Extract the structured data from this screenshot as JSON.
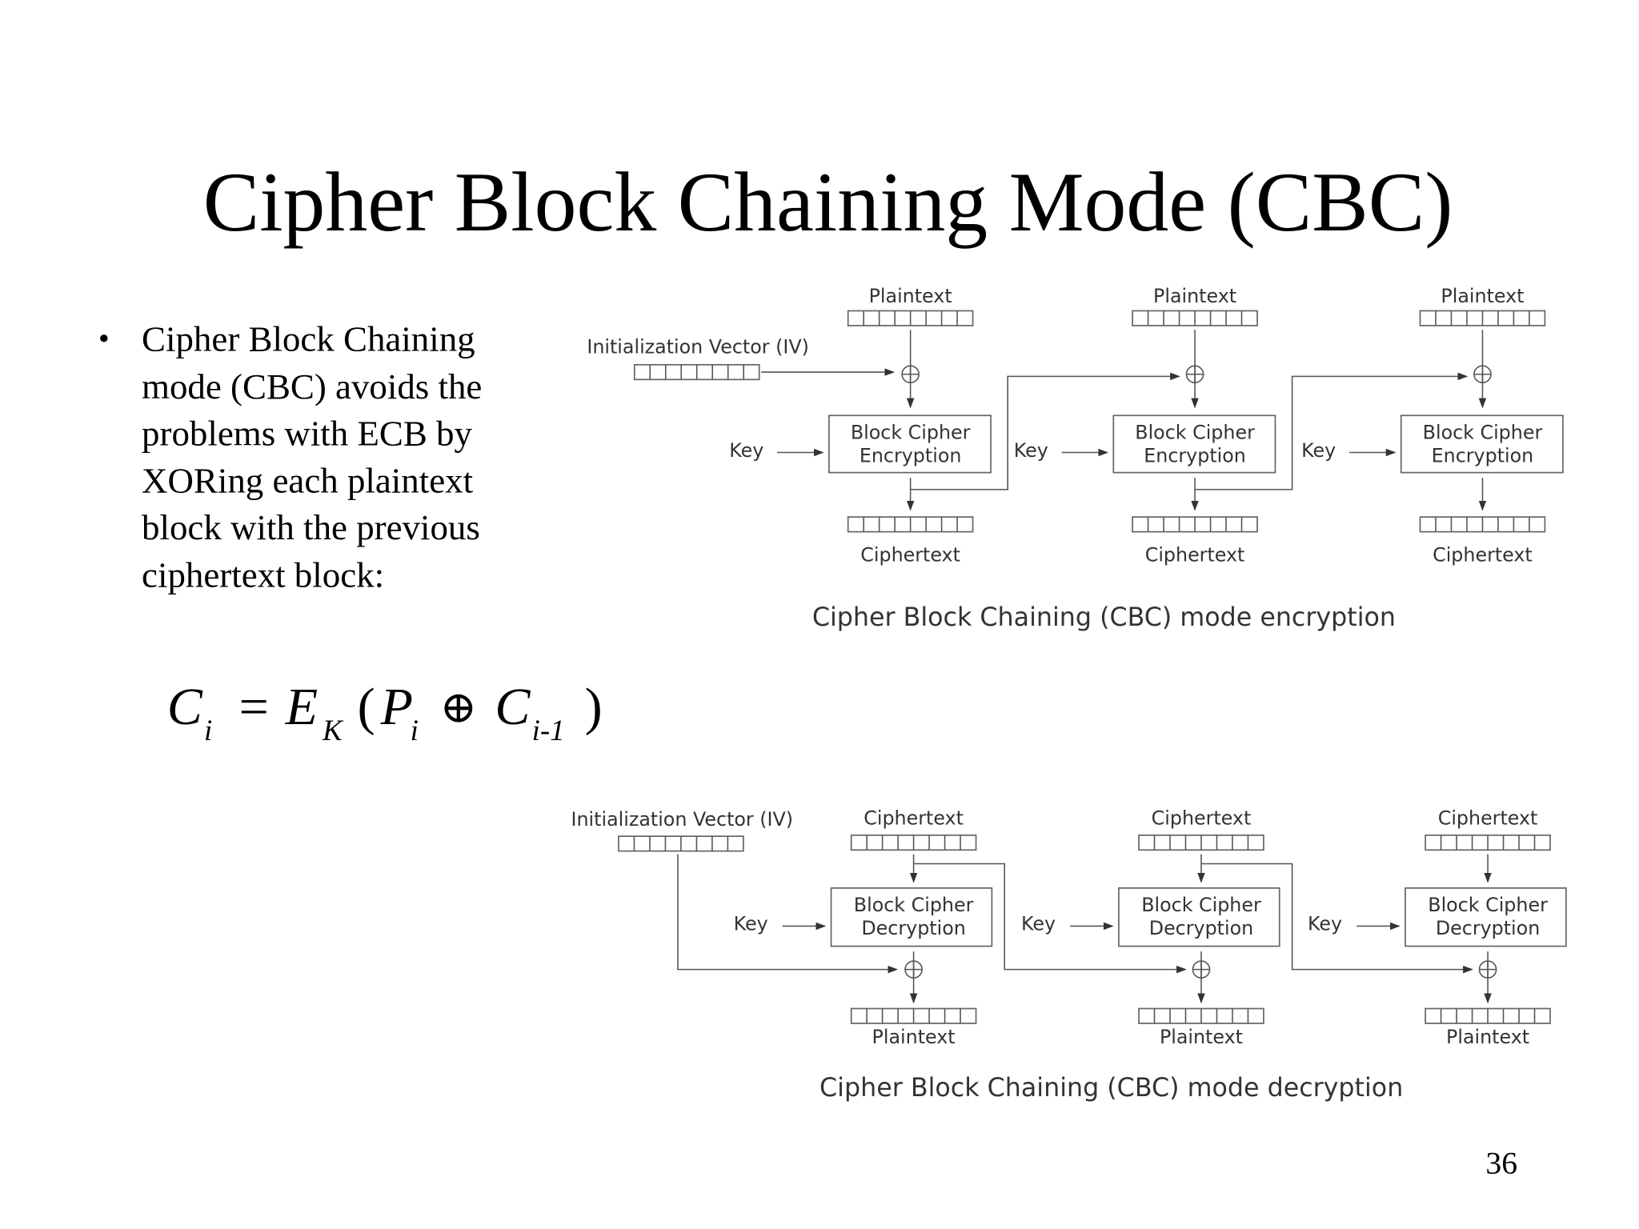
{
  "slide": {
    "title": "Cipher Block Chaining Mode (CBC)",
    "bullet_symbol": "•",
    "bullet_lines": [
      "Cipher Block Chaining",
      "mode (CBC) avoids the",
      "problems with ECB by",
      "XORing each plaintext",
      "block with the previous",
      "ciphertext block:"
    ],
    "formula": {
      "c": "C",
      "c_sub": "i",
      "eq": "=",
      "e": "E",
      "e_sub": "K",
      "lp": "(",
      "p": "P",
      "p_sub": "i",
      "xor": "⊕",
      "c2": "C",
      "c2_sub": "i-1",
      "rp": ")"
    },
    "page_number": "36"
  },
  "encryption": {
    "iv_label": "Initialization Vector (IV)",
    "input_label": "Plaintext",
    "output_label": "Ciphertext",
    "key_label": "Key",
    "block_line1": "Block Cipher",
    "block_line2": "Encryption",
    "caption": "Cipher Block Chaining (CBC) mode encryption"
  },
  "decryption": {
    "iv_label": "Initialization Vector (IV)",
    "input_label": "Ciphertext",
    "output_label": "Plaintext",
    "key_label": "Key",
    "block_line1": "Block Cipher",
    "block_line2": "Decryption",
    "caption": "Cipher Block Chaining (CBC) mode decryption"
  }
}
